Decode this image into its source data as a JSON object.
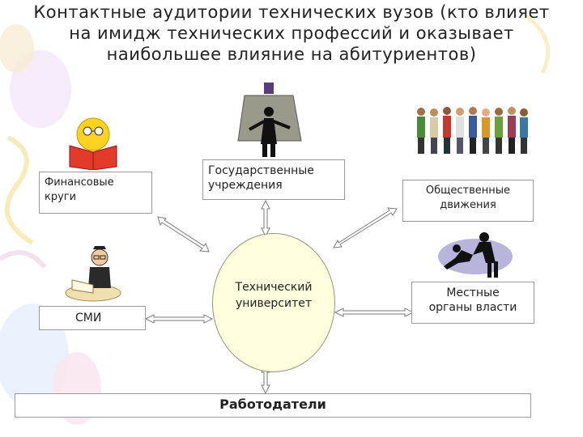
{
  "title": {
    "line1": "Контактные аудитории технических вузов (кто  влияет",
    "line2": "на имидж технических профессий и оказывает",
    "line3": "наибольшее влияние на абитуриентов)"
  },
  "center": {
    "line1": "Технический",
    "line2": "университет"
  },
  "nodes": {
    "finance": {
      "line1": "Финансовые",
      "line2": "круги"
    },
    "government": {
      "line1": "Государственные",
      "line2": "учреждения"
    },
    "public": {
      "line1": "Общественные",
      "line2": "движения"
    },
    "media": "СМИ",
    "local": {
      "line1": "Местные",
      "line2": "органы власти"
    },
    "employers": "Работодатели"
  },
  "colors": {
    "circle_fill": "#ffffde",
    "arrow_fill": "#ffffff",
    "arrow_stroke": "#7a7a7a"
  }
}
